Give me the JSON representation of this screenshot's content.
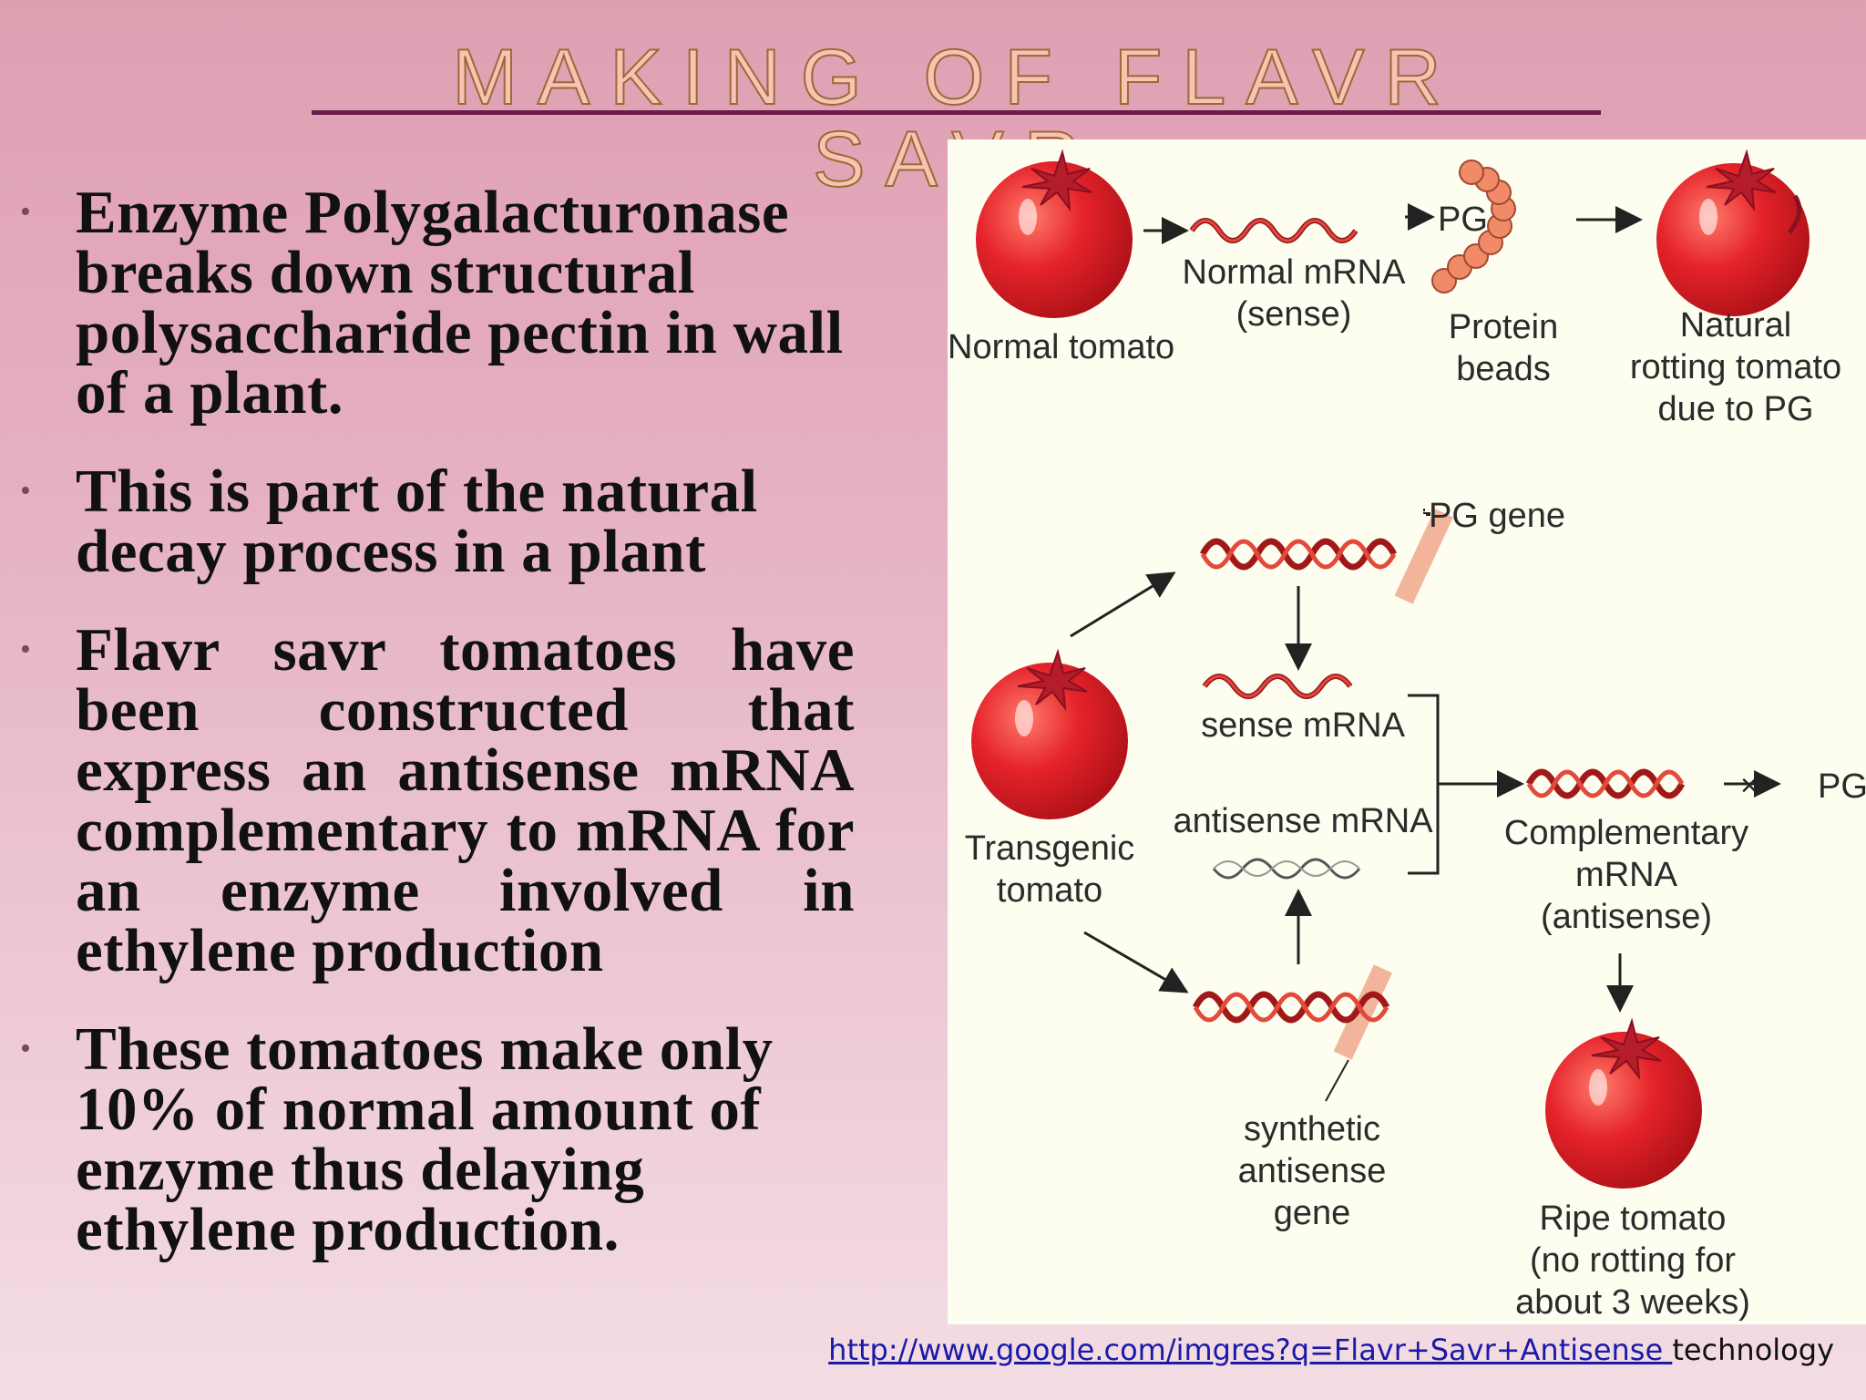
{
  "title": "MAKING OF FLAVR SAVR",
  "bullets": [
    {
      "text": "Enzyme Polygalacturonase breaks down structural polysaccharide pectin in wall of a plant."
    },
    {
      "text": "This is part of the natural decay process in a plant"
    },
    {
      "text": "Flavr savr tomatoes have been constructed that express an antisense mRNA complementary to mRNA for an enzyme involved in ethylene production"
    },
    {
      "text": "These tomatoes make only 10% of normal amount of enzyme thus delaying ethylene production."
    }
  ],
  "diagram": {
    "normal_tomato": "Normal tomato",
    "normal_mrna": [
      "Normal mRNA",
      "(sense)"
    ],
    "pg_top": "PG",
    "protein_beads": [
      "Protein",
      "beads"
    ],
    "natural_rotting": [
      "Natural",
      "rotting tomato",
      "due to PG"
    ],
    "pg_gene": "PG gene",
    "sense_mrna": "sense mRNA",
    "antisense_mrna": "antisense mRNA",
    "transgenic_tomato": [
      "Transgenic",
      "tomato"
    ],
    "complementary_mrna": [
      "Complementary",
      "mRNA",
      "(antisense)"
    ],
    "pg_right": "PG",
    "synthetic_gene": [
      "synthetic",
      "antisense",
      "gene"
    ],
    "ripe_tomato": [
      "Ripe tomato",
      "(no rotting for",
      "about 3 weeks)"
    ]
  },
  "source": {
    "url": "http://www.google.com/imgres?q=Flavr+Savr+Antisense ",
    "suffix": "technology"
  }
}
